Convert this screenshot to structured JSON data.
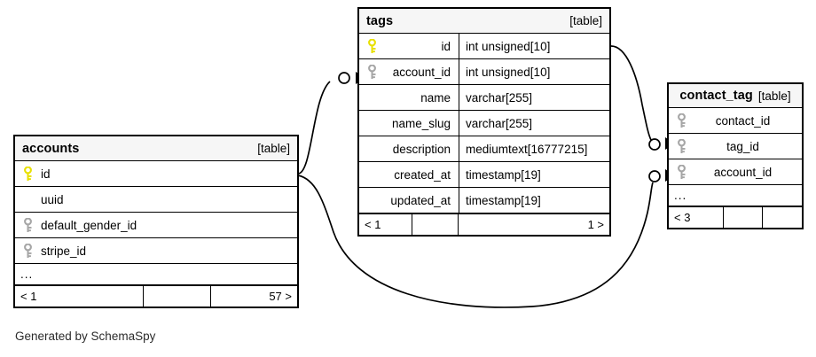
{
  "diagram": {
    "caption": "Generated by SchemaSpy",
    "table_tag": "[table]",
    "ellipsis": "...",
    "key_primary_color": "#e8e000",
    "key_foreign_color": "#a6a6a6",
    "header_bg": "#f6f6f6",
    "border_color": "#000000"
  },
  "tables": {
    "accounts": {
      "name": "accounts",
      "tag": "[table]",
      "columns": [
        {
          "key": "primary",
          "name": "id"
        },
        {
          "key": "none",
          "name": "uuid"
        },
        {
          "key": "foreign",
          "name": "default_gender_id"
        },
        {
          "key": "foreign",
          "name": "stripe_id"
        }
      ],
      "has_ellipsis": true,
      "footer": [
        "< 1",
        "",
        "57 >"
      ]
    },
    "tags": {
      "name": "tags",
      "tag": "[table]",
      "columns": [
        {
          "key": "primary",
          "name": "id",
          "type": "int unsigned[10]"
        },
        {
          "key": "foreign",
          "name": "account_id",
          "type": "int unsigned[10]"
        },
        {
          "key": "none",
          "name": "name",
          "type": "varchar[255]"
        },
        {
          "key": "none",
          "name": "name_slug",
          "type": "varchar[255]"
        },
        {
          "key": "none",
          "name": "description",
          "type": "mediumtext[16777215]"
        },
        {
          "key": "none",
          "name": "created_at",
          "type": "timestamp[19]"
        },
        {
          "key": "none",
          "name": "updated_at",
          "type": "timestamp[19]"
        }
      ],
      "has_ellipsis": false,
      "footer": [
        "< 1",
        "",
        "1 >"
      ]
    },
    "contact_tag": {
      "name": "contact_tag",
      "tag": "[table]",
      "columns": [
        {
          "key": "foreign",
          "name": "contact_id"
        },
        {
          "key": "foreign",
          "name": "tag_id"
        },
        {
          "key": "foreign",
          "name": "account_id"
        }
      ],
      "has_ellipsis": true,
      "footer": [
        "< 3",
        "",
        ""
      ]
    }
  },
  "relationships": [
    {
      "from": "accounts.id",
      "to": "tags.account_id"
    },
    {
      "from": "accounts.id",
      "to": "contact_tag.account_id"
    },
    {
      "from": "tags.id",
      "to": "contact_tag.tag_id"
    }
  ]
}
